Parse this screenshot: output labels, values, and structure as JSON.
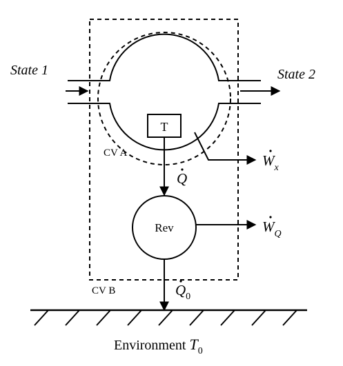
{
  "labels": {
    "state1": "State 1",
    "state2": "State 2",
    "turbine": "T",
    "cv_a": "CV A",
    "cv_b": "CV B",
    "rev": "Rev",
    "q_dot": "Q",
    "q0_dot": "Q",
    "q0_sub": "0",
    "wx": "W",
    "wx_sub": "x",
    "wq": "W",
    "wq_sub": "Q",
    "environment": "Environment ",
    "t0": "T",
    "t0_sub": "0"
  },
  "colors": {
    "stroke": "#000000",
    "background": "#ffffff"
  }
}
